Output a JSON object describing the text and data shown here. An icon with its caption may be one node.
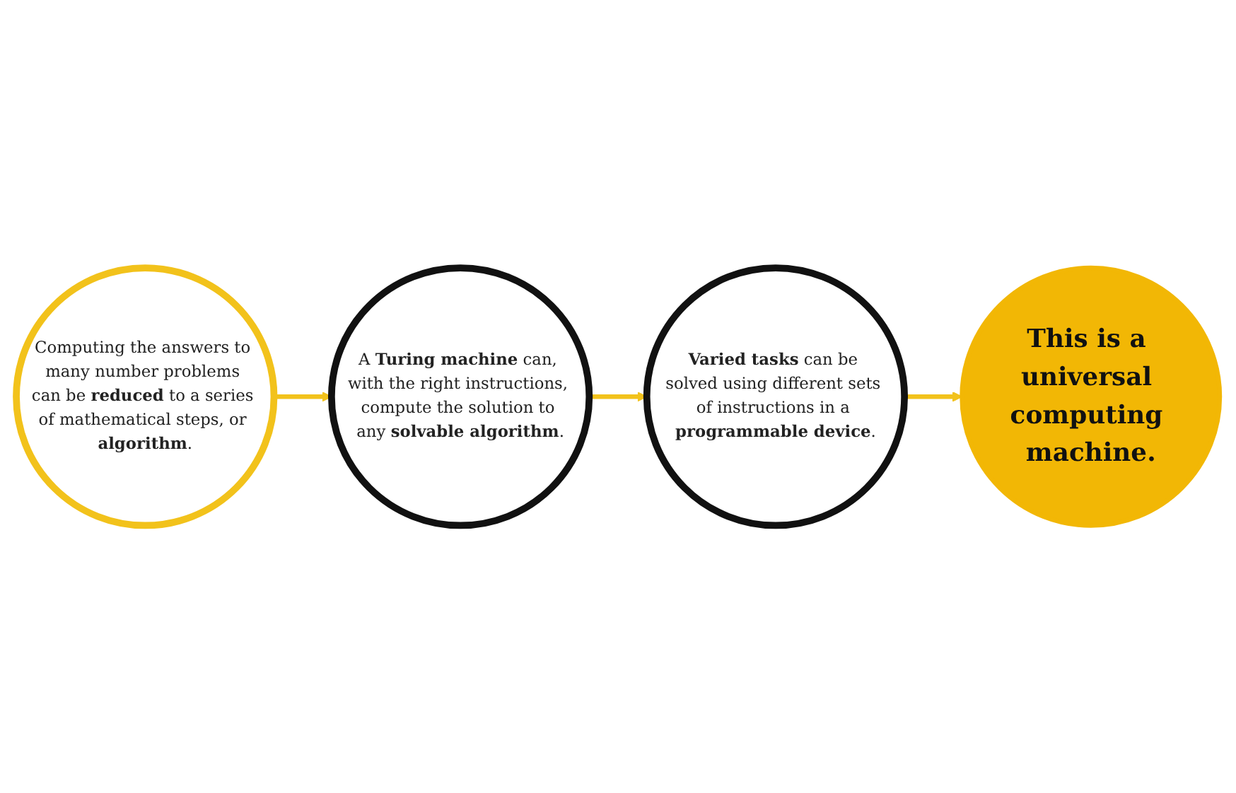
{
  "diagram": {
    "nodes": [
      {
        "text": [
          "Computing the answers to many number problems can be **reduced** to a series of mathematical steps, or **algorithm**."
        ]
      },
      {
        "text": [
          "A **Turing machine** can, with the right instructions, compute the solution to any **solvable algorithm**."
        ]
      },
      {
        "text": [
          "**Varied tasks** can be solved using different sets of instructions in a **programmable device**."
        ]
      },
      {
        "text": [
          "This is a universal computing machine."
        ]
      }
    ],
    "edges": [
      {
        "from": 0,
        "to": 1,
        "arrow": "to"
      },
      {
        "from": 1,
        "to": 2,
        "arrow": "to"
      },
      {
        "from": 2,
        "to": 3,
        "arrow": "to"
      }
    ]
  }
}
